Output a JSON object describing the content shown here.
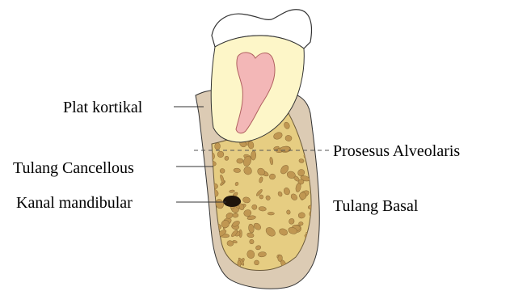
{
  "labels": {
    "plat_kortikal": "Plat kortikal",
    "tulang_cancellous": "Tulang Cancellous",
    "kanal_mandibular": "Kanal mandibular",
    "prosesus_alveolaris": "Prosesus Alveolaris",
    "tulang_basal": "Tulang Basal"
  },
  "colors": {
    "enamel": "#ffffff",
    "dentin": "#fdf6c8",
    "pulp": "#f3b7b7",
    "cortical_bone": "#dccbb4",
    "cancellous_bone": "#e6cd82",
    "marrow_space": "#c09752",
    "canal": "#1e140c",
    "outline": "#333333"
  }
}
